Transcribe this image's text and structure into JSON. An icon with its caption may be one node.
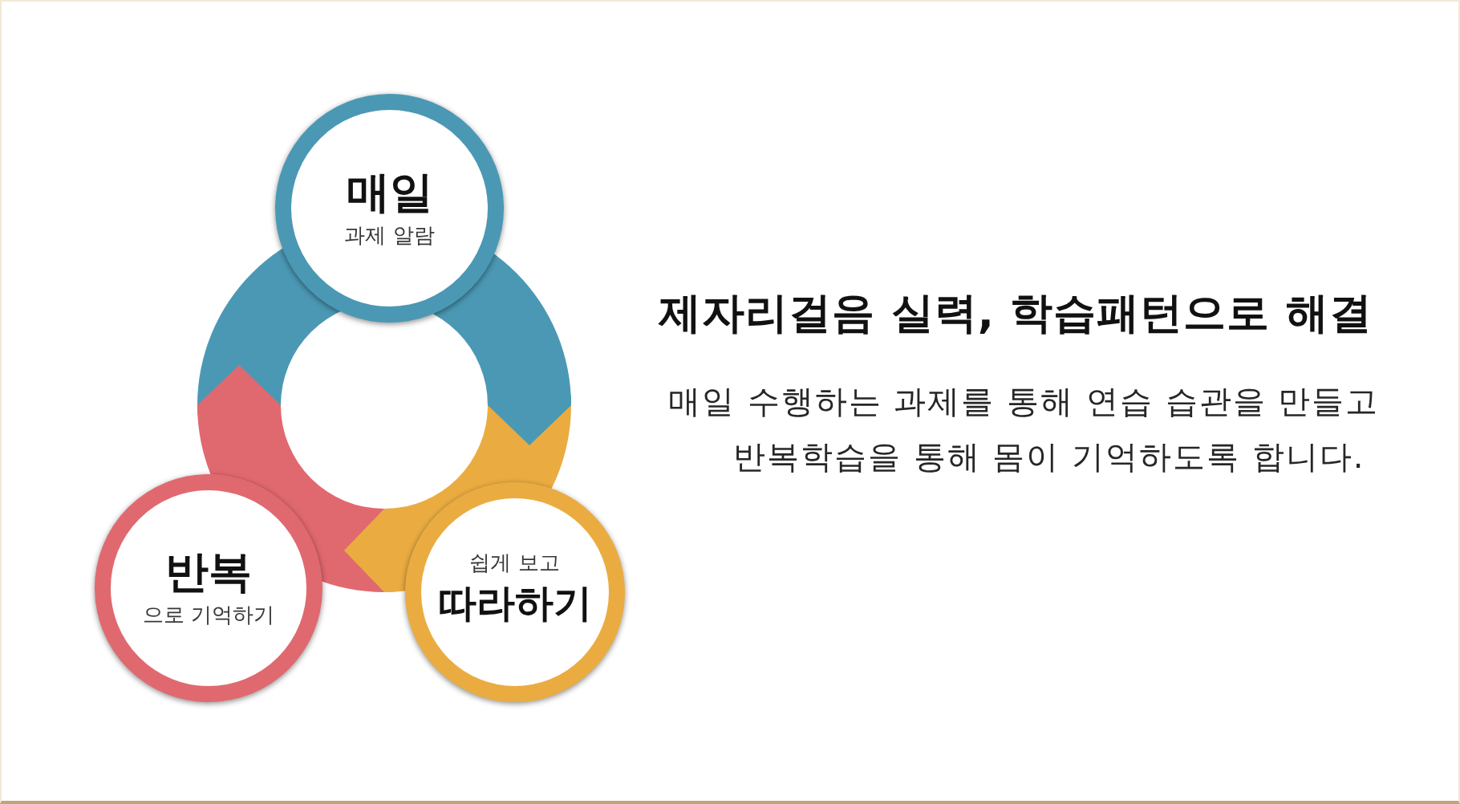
{
  "diagram": {
    "title": "제자리걸음 실력, 학습패턴으로 해결",
    "nodes": [
      {
        "text": [
          "매일",
          "과제 알람"
        ]
      },
      {
        "text": [
          "반복",
          "으로 기억하기"
        ]
      },
      {
        "text": [
          "쉽게 보고",
          "따라하기"
        ]
      },
      {
        "text": [],
        "shape": "arc"
      },
      {
        "text": [],
        "shape": "arc"
      },
      {
        "text": [],
        "shape": "arc"
      }
    ],
    "edges": [
      {
        "from": 3,
        "to": 5,
        "arrow": "to",
        "color": "#4b98b5"
      },
      {
        "from": 5,
        "to": 4,
        "arrow": "to",
        "color": "#eaac41"
      },
      {
        "from": 4,
        "to": 3,
        "arrow": "to",
        "color": "#e0696f"
      }
    ],
    "labels": [
      "매일 수행하는 과제를 통해 연습 습관을 만들고 반복학습을 통해 몸이 기억하도록 합니다."
    ]
  }
}
